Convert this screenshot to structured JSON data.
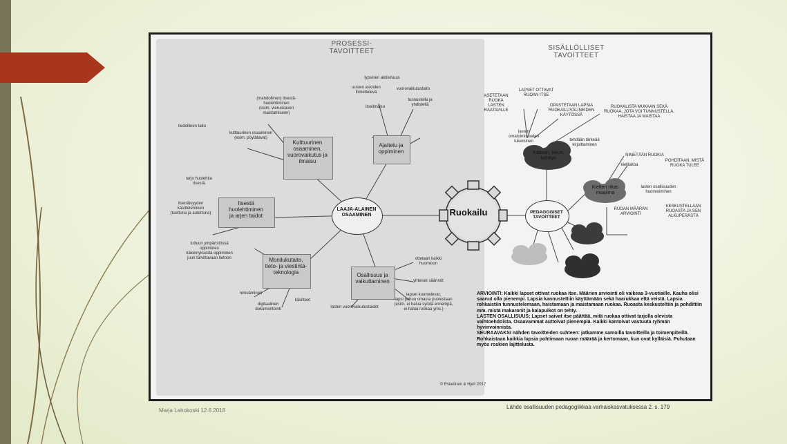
{
  "slide": {
    "author_date": "Marja Lahokoski 12.6.2018",
    "source": "Lähde osallisuuden pedagogiikkaa varhaiskasvatuksessa 2. s. 179"
  },
  "figure": {
    "process_header": "PROSESSI-\nTAVOITTEET",
    "content_header": "SISÄLLÖLLISET\nTAVOITTEET",
    "hub": "LAAJA-ALAINEN\nOSAAMINEN",
    "gear": "Ruokailu",
    "pedagogical": "PEDAGOGISET\nTAVOITTEET",
    "credit": "© Eskelinen & Hjelt 2017",
    "pieces": {
      "culture": "Kulttuurinen\nosaaminen,\nvuorovaikutus ja\nilmaisu",
      "thinking": "Ajattelu ja\noppiminen",
      "self_care": "Itsestä\nhuolehtiminen\nja arjen taidot",
      "multiliteracy": "Monilukutaito,\ntieto- ja viestintä-\nteknologia",
      "participation": "Osallisuus ja\nvaikuttaminen"
    },
    "process_notes": {
      "n1": "lypsinen aktiivisuus",
      "n2": "uusien asioiden\nihmettelevä",
      "n3": "vuorovaikutustaito",
      "n4": "itseilmaisu",
      "n5": "tunnustella ja\nyhdistellä",
      "n6": "(mahdollinen) itsestä-\nhuolehtiminen\n(esim. vieruskaveri\nmaistamiseen)",
      "n7": "(esim. vieruskaveri\nmaistamiseen)",
      "n8": "tiedollinen taito",
      "n9": "kulttuurinen osaaminen\n(esim. pöytätavat)",
      "n10": "tarjo huolehtia\nitsestä",
      "n11": "itsenäisyyden\nkäsitteleminen\n(tuettuna ja autettuna)",
      "n12": "tuttuun ympäristössä\noppiminen\nnäkemyksestä oppiminen\njuuri tarvittavaan tietoon",
      "n13": "nimeäminen",
      "n14": "digitaalinen\ndokumentointi",
      "n15": "käsitteet",
      "n16": "ottetaan kaikki\nhuomioon",
      "n17": "yhteiset säännöt",
      "n18": "lasten vuorovaikutustaidot",
      "n19": "lapset kuuntelevat,\nlapsi puhuu omasta puolestaan\n(esim. ei halua syödä ennempä,\nei halua ruokaa yms.)"
    },
    "content_notes": {
      "c1": "ASETETAAN\nRUOKA\nLASTEN\nRAATAVILLE",
      "c2": "LAPSET OTTAVAT\nRUOAN ITSE",
      "c3": "OPASTETAAN LAPSIA\nRUOKAILUVÄLINEIDEN\nKÄYTÖSSÄ",
      "c4": "RUOKALISTA MUKAAN SEKÄ\nRUOKAA, JOTA VOI TUNNUSTELLA,\nHAISTAA JA MAISTAA",
      "c5": "lasten\nomatoimisuuden\ntukeminen",
      "c6": "tehdään tärkeää\nkirjoittaminen",
      "c7": "NIMETÄÄN RUOKIA",
      "c8": "POHDITAAN, MISTÄ\nRUOKA TULEE",
      "c9": "kielitaitoa",
      "c10": "lasten osallisuuden\nhuomioiminen",
      "c11": "RUOAN MÄÄRÄN\nARVIOINTI",
      "c12": "KESKUSTELLAAN\nRUOASTA JA SEN\nALKUPERÄSTÄ"
    },
    "clouds": {
      "cloud1": "Kasvan, liikun,\nkehityn",
      "cloud2": "Kielten rikas\nmaailma"
    },
    "assessment": "ARVIOINTI: Kaikki lapset ottivat ruokaa itse. Määrien arviointi oli vaikeaa 3-vuotiaille. Kauha olisi saanut olla pienempi. Lapsia kannustettiin käyttämään sekä haarukkaa että veistä. Lapsia rohkaistiin tunnustelemaan, haistamaan ja maistamaan ruokaa. Ruoasta keskusteltiin ja pohdittiin mm. mistä makaronit ja kalapuikot on tehty.\nLASTEN OSALLISUUS: Lapset saivat itse päättää, mitä ruokaa ottivat tarjolla olevista vaihtoehdoista. Osaavammat auttoivat pienempiä. Kaikki kantoivat vastuuta ryhmän hyvinvoinnista.\nSEURAAVAKSI nähden tavoitteiden suhteen: jatkamme samoilla tavoitteilla ja toimenpiteillä. Rohkaistaan kaikkia lapsia pohtimaan ruoan määrää ja kertomaan, kun ovat kylläisiä. Puhutaan myös roskien lajittelusta."
  },
  "colors": {
    "accent_arrow": "#a8361d",
    "left_bar": "#7a7458",
    "cloud_dark": "#3b3b3b",
    "cloud_mid": "#6c6c6c",
    "cloud_light": "#bdbdbd"
  }
}
